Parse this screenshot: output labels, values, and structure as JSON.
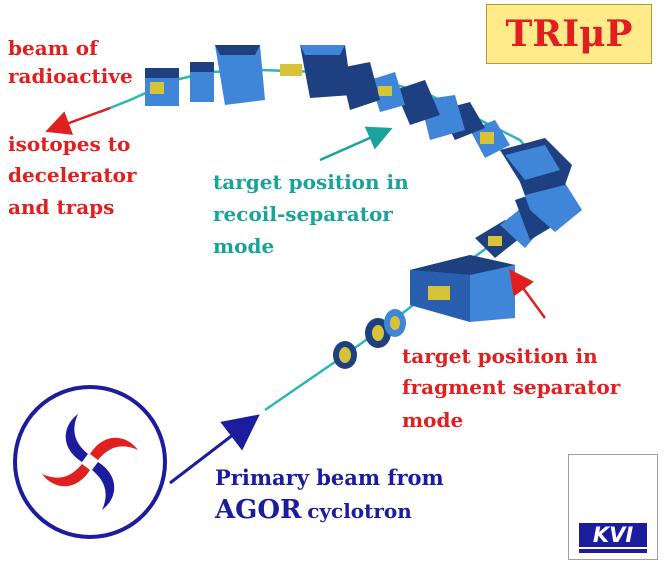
{
  "title": "TRIμP",
  "labels": {
    "beam_line1": "beam of",
    "beam_line2": "radioactive",
    "iso_line1": "isotopes to",
    "iso_line2": "decelerator",
    "iso_line3": "and traps",
    "recoil_line1": "target position in",
    "recoil_line2": "recoil-separator",
    "recoil_line3": "mode",
    "frag_line1": "target position in",
    "frag_line2": "fragment separator",
    "frag_line3": "mode",
    "primary_line1": "Primary beam from",
    "primary_agor": "AGOR",
    "primary_rest": "cyclotron"
  },
  "logo": {
    "kvi": "KVI"
  },
  "colors": {
    "red_text": "#e02020",
    "teal_text": "#1aa39a",
    "navy_text": "#1c1c9e",
    "title_bg": "#ffeb8a",
    "magnet_dark": "#1e3f80",
    "magnet_light": "#3f86d8",
    "beamline": "#2bb7b7",
    "quad_yellow": "#d6c33a"
  }
}
